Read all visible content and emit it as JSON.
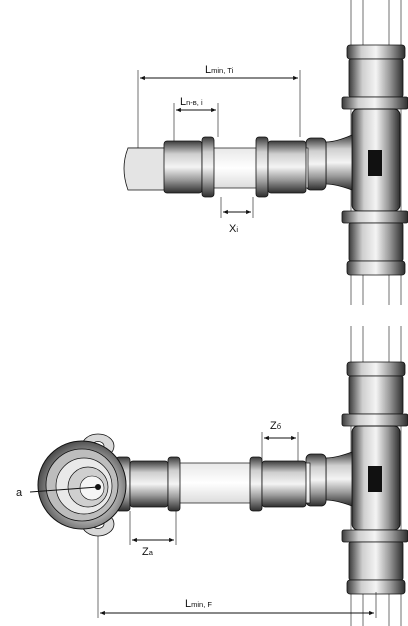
{
  "labels": {
    "top_overall": {
      "main": "L",
      "sub": "min, Ti"
    },
    "top_inner": {
      "main": "L",
      "sub": "n-в, i"
    },
    "top_x": {
      "main": "X",
      "sub": "i"
    },
    "bottom_zb": {
      "main": "Z",
      "sub": "б"
    },
    "bottom_za": {
      "main": "Z",
      "sub": "a"
    },
    "bottom_overall": {
      "main": "L",
      "sub": "min, F"
    },
    "bottom_a": "a"
  }
}
